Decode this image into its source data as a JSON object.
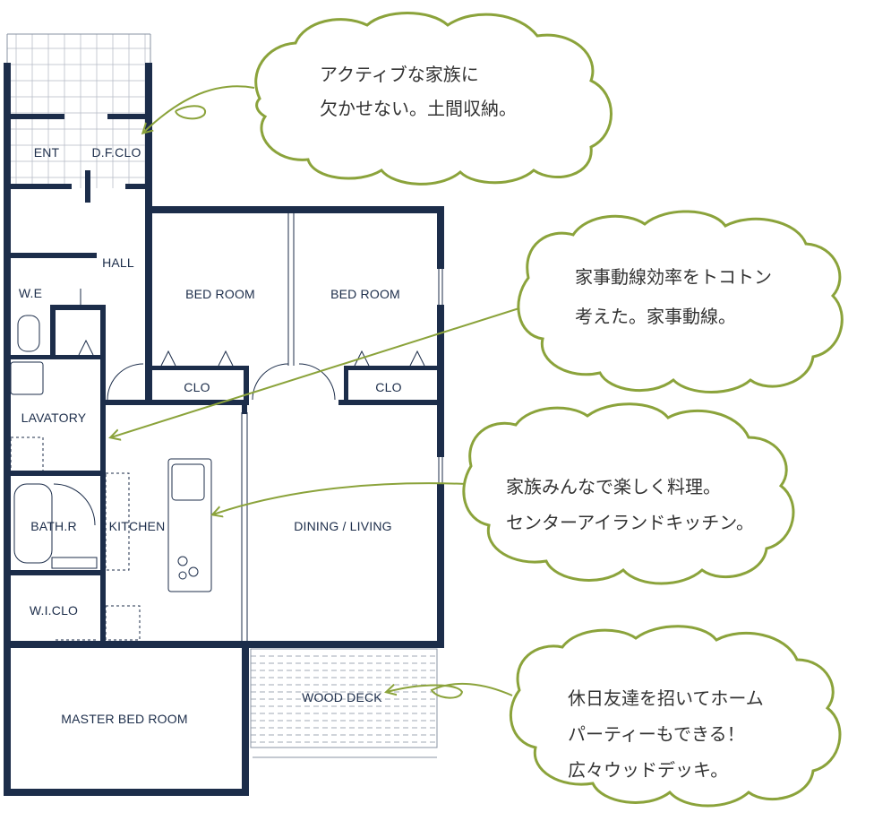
{
  "colors": {
    "wall": "#1c2d4a",
    "accent": "#8ba33b",
    "text": "#333333"
  },
  "rooms": {
    "ent": "ENT",
    "dfclo": "D.F.CLO",
    "hall": "HALL",
    "we": "W.E",
    "bedroom1": "BED ROOM",
    "bedroom2": "BED ROOM",
    "clo1": "CLO",
    "clo2": "CLO",
    "lavatory": "LAVATORY",
    "bathr": "BATH.R",
    "kitchen": "KITCHEN",
    "dining": "DINING / LIVING",
    "wiclo": "W.I.CLO",
    "master": "MASTER BED ROOM",
    "wooddeck": "WOOD DECK"
  },
  "callouts": [
    {
      "lines": [
        "アクティブな家族に",
        "欠かせない。土間収納。"
      ]
    },
    {
      "lines": [
        "家事動線効率をトコトン",
        "考えた。家事動線。"
      ]
    },
    {
      "lines": [
        "家族みんなで楽しく料理。",
        "センターアイランドキッチン。"
      ]
    },
    {
      "lines": [
        "休日友達を招いてホーム",
        "パーティーもできる！",
        "広々ウッドデッキ。"
      ]
    }
  ]
}
